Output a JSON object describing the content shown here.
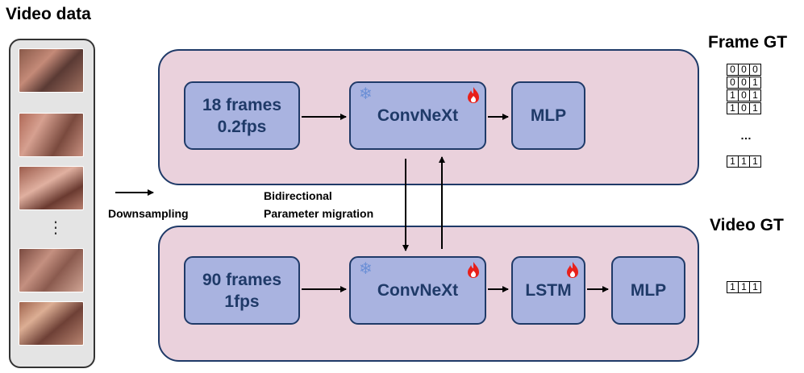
{
  "titles": {
    "video_data": "Video data",
    "frame_gt": "Frame GT",
    "video_gt": "Video GT"
  },
  "labels": {
    "downsampling": "Downsampling",
    "bidirectional_line1": "Bidirectional",
    "bidirectional_line2": "Parameter migration",
    "dots": "…",
    "strip_dots": "⋮"
  },
  "frame_branch": {
    "input_line1": "18 frames",
    "input_line2": "0.2fps",
    "backbone": "ConvNeXt",
    "head": "MLP"
  },
  "video_branch": {
    "input_line1": "90 frames",
    "input_line2": "1fps",
    "backbone": "ConvNeXt",
    "temporal": "LSTM",
    "head": "MLP"
  },
  "frame_gt_rows": [
    [
      "0",
      "0",
      "0"
    ],
    [
      "0",
      "0",
      "1"
    ],
    [
      "1",
      "0",
      "1"
    ],
    [
      "1",
      "0",
      "1"
    ]
  ],
  "frame_gt_last": [
    "1",
    "1",
    "1"
  ],
  "video_gt_row": [
    "1",
    "1",
    "1"
  ],
  "icons": {
    "frozen": "snowflake-icon",
    "trainable": "fire-icon"
  },
  "colors": {
    "panel": "#ead1dc",
    "block": "#a9b3e0",
    "border": "#1f3a68",
    "fire": "#e8201a",
    "snow": "#6b8fd6"
  }
}
